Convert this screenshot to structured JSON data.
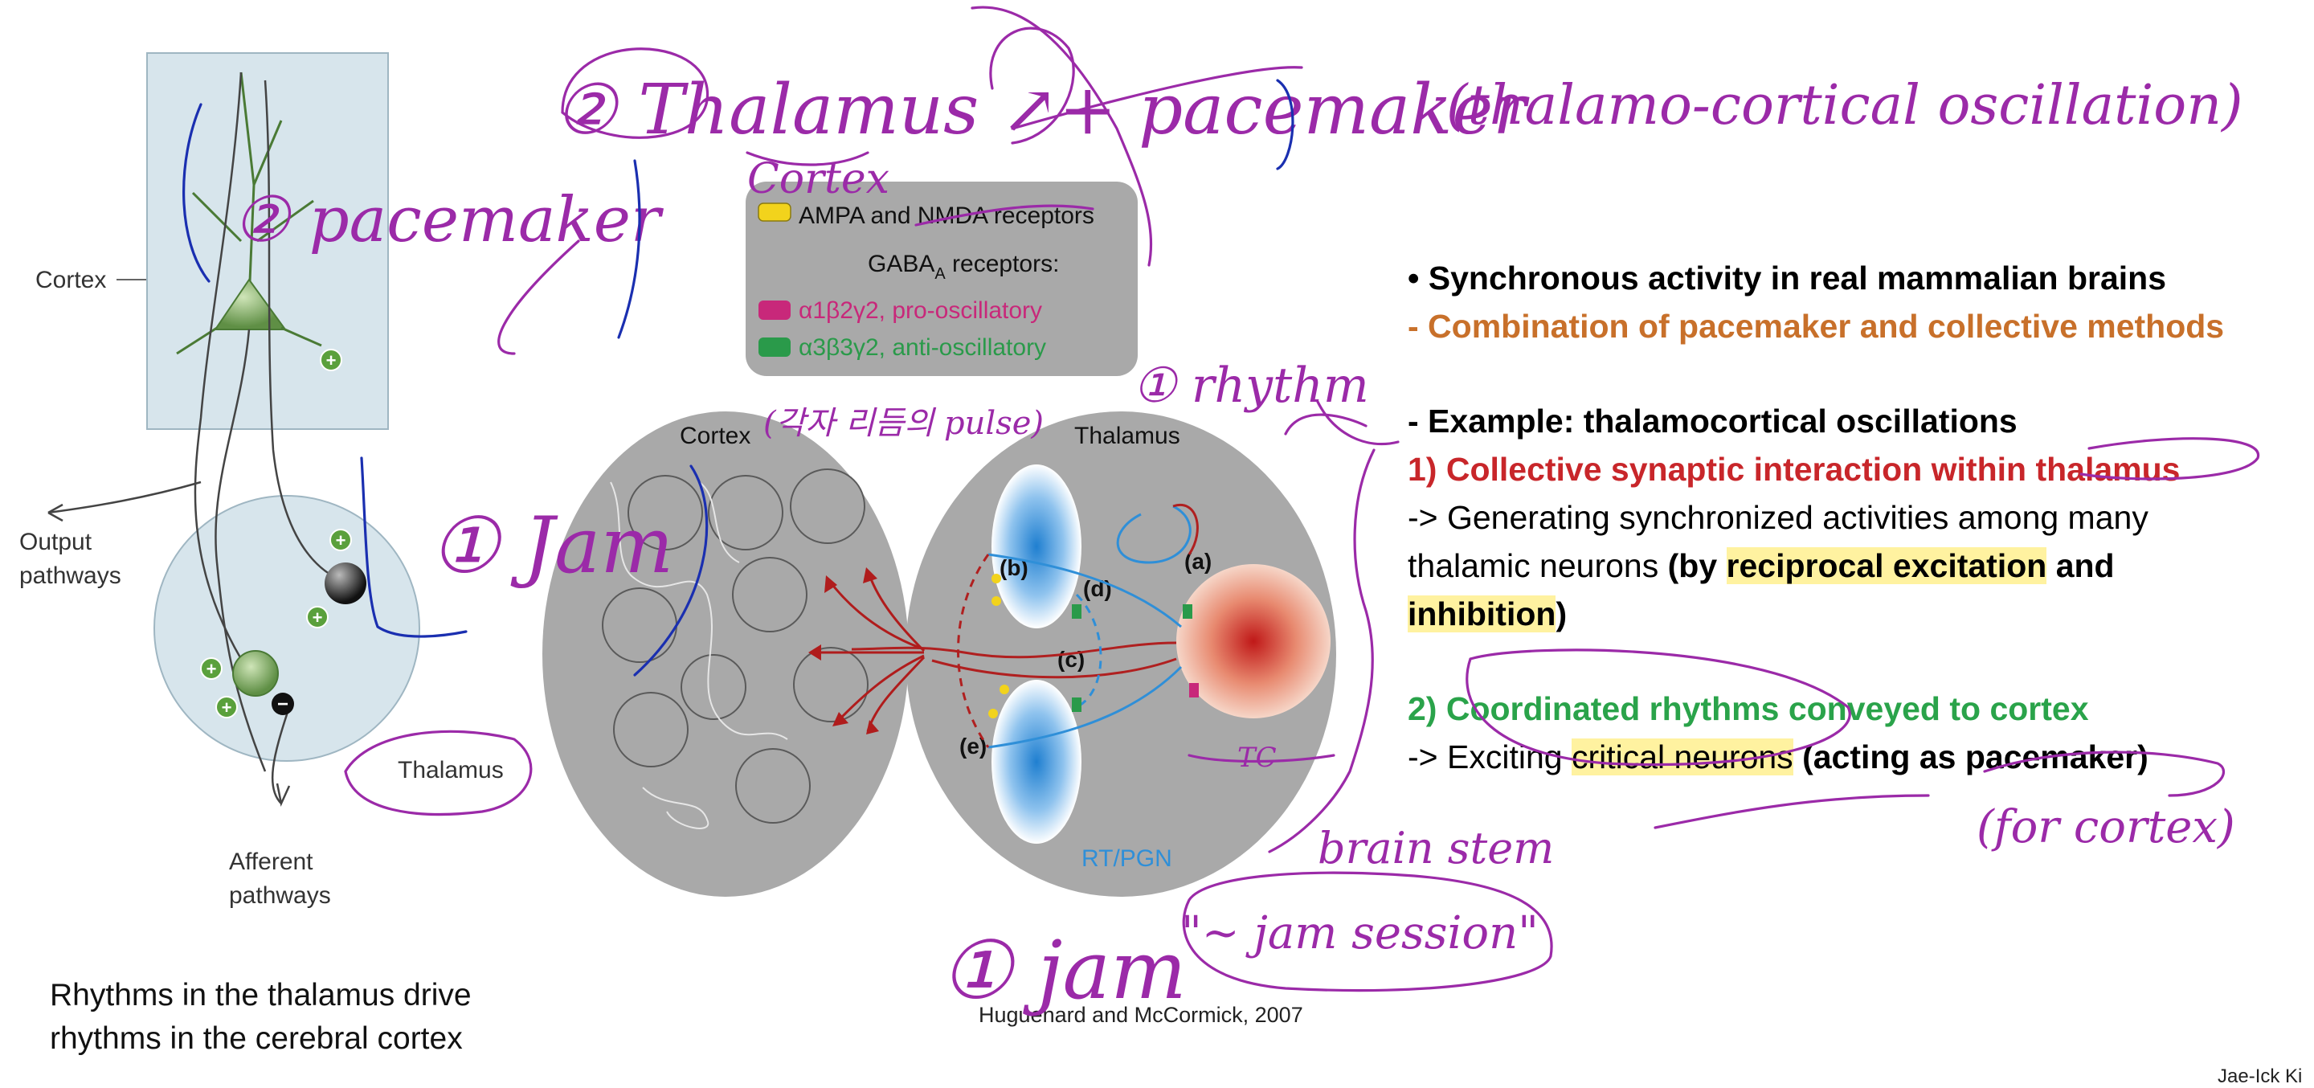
{
  "diagram": {
    "labels": {
      "cortex_left": "Cortex",
      "output": "Output\npathways",
      "thalamus_left": "Thalamus",
      "afferent": "Afferent\npathways",
      "cortex_center": "Cortex",
      "thalamus_center": "Thalamus",
      "rt_pgn": "RT/PGN",
      "a": "(a)",
      "b": "(b)",
      "c": "(c)",
      "d": "(d)",
      "e": "(e)"
    },
    "legend": {
      "ampa": "AMPA and NMDA receptors",
      "gaba_prefix": "GABA",
      "gaba_sub": "A",
      "gaba_suffix": " receptors:",
      "pro": "α1β2γ2, pro-oscillatory",
      "anti": "α3β3γ2, anti-oscillatory"
    },
    "colors": {
      "pro": "#c8287a",
      "anti": "#2a9a4a",
      "ampa": "#f2d31c",
      "panel_left": "#d7e5ec",
      "ellipse": "#a9a9a9",
      "rt_blue": "#2f8fd8",
      "tc_red": "#c8262a",
      "neuron_green": "#7aa85a"
    }
  },
  "bullets": {
    "l1": "• Synchronous activity in real mammalian brains",
    "l2": "- Combination of pacemaker and collective methods",
    "l3": "- Example: thalamocortical oscillations",
    "l4": "1) Collective synaptic interaction within thalamus",
    "l5": "-> Generating synchronized activities among many",
    "l6a": "thalamic neurons ",
    "l6b": "(by ",
    "l6c": "reciprocal excitation",
    "l6d": " and",
    "l7": "inhibition",
    "l7b": ")",
    "l8": "2) Coordinated rhythms conveyed to cortex",
    "l9a": "-> Exciting ",
    "l9b": "critical neurons",
    "l9c": " (acting as pacemaker)"
  },
  "caption": {
    "line1": "Rhythms in the thalamus drive",
    "line2": "rhythms in the cerebral cortex"
  },
  "citation": "Huguenard and McCormick, 2007",
  "author": "Jae-Ick Ki",
  "handwriting": {
    "thalamus": "② Thalamus ↗+ pacemaker",
    "cortex": "Cortex",
    "oscillation": "(thalamo-cortical oscillation)",
    "pacemaker": "② pacemaker",
    "rhythm": "① rhythm",
    "korean": "(각자 리듬의 pulse)",
    "jam": "① Jam",
    "jam2": "① jam",
    "session": "\"~ jam session\"",
    "tc": "TC",
    "brainstem": "brain stem",
    "for_cortex": "(for cortex)"
  }
}
